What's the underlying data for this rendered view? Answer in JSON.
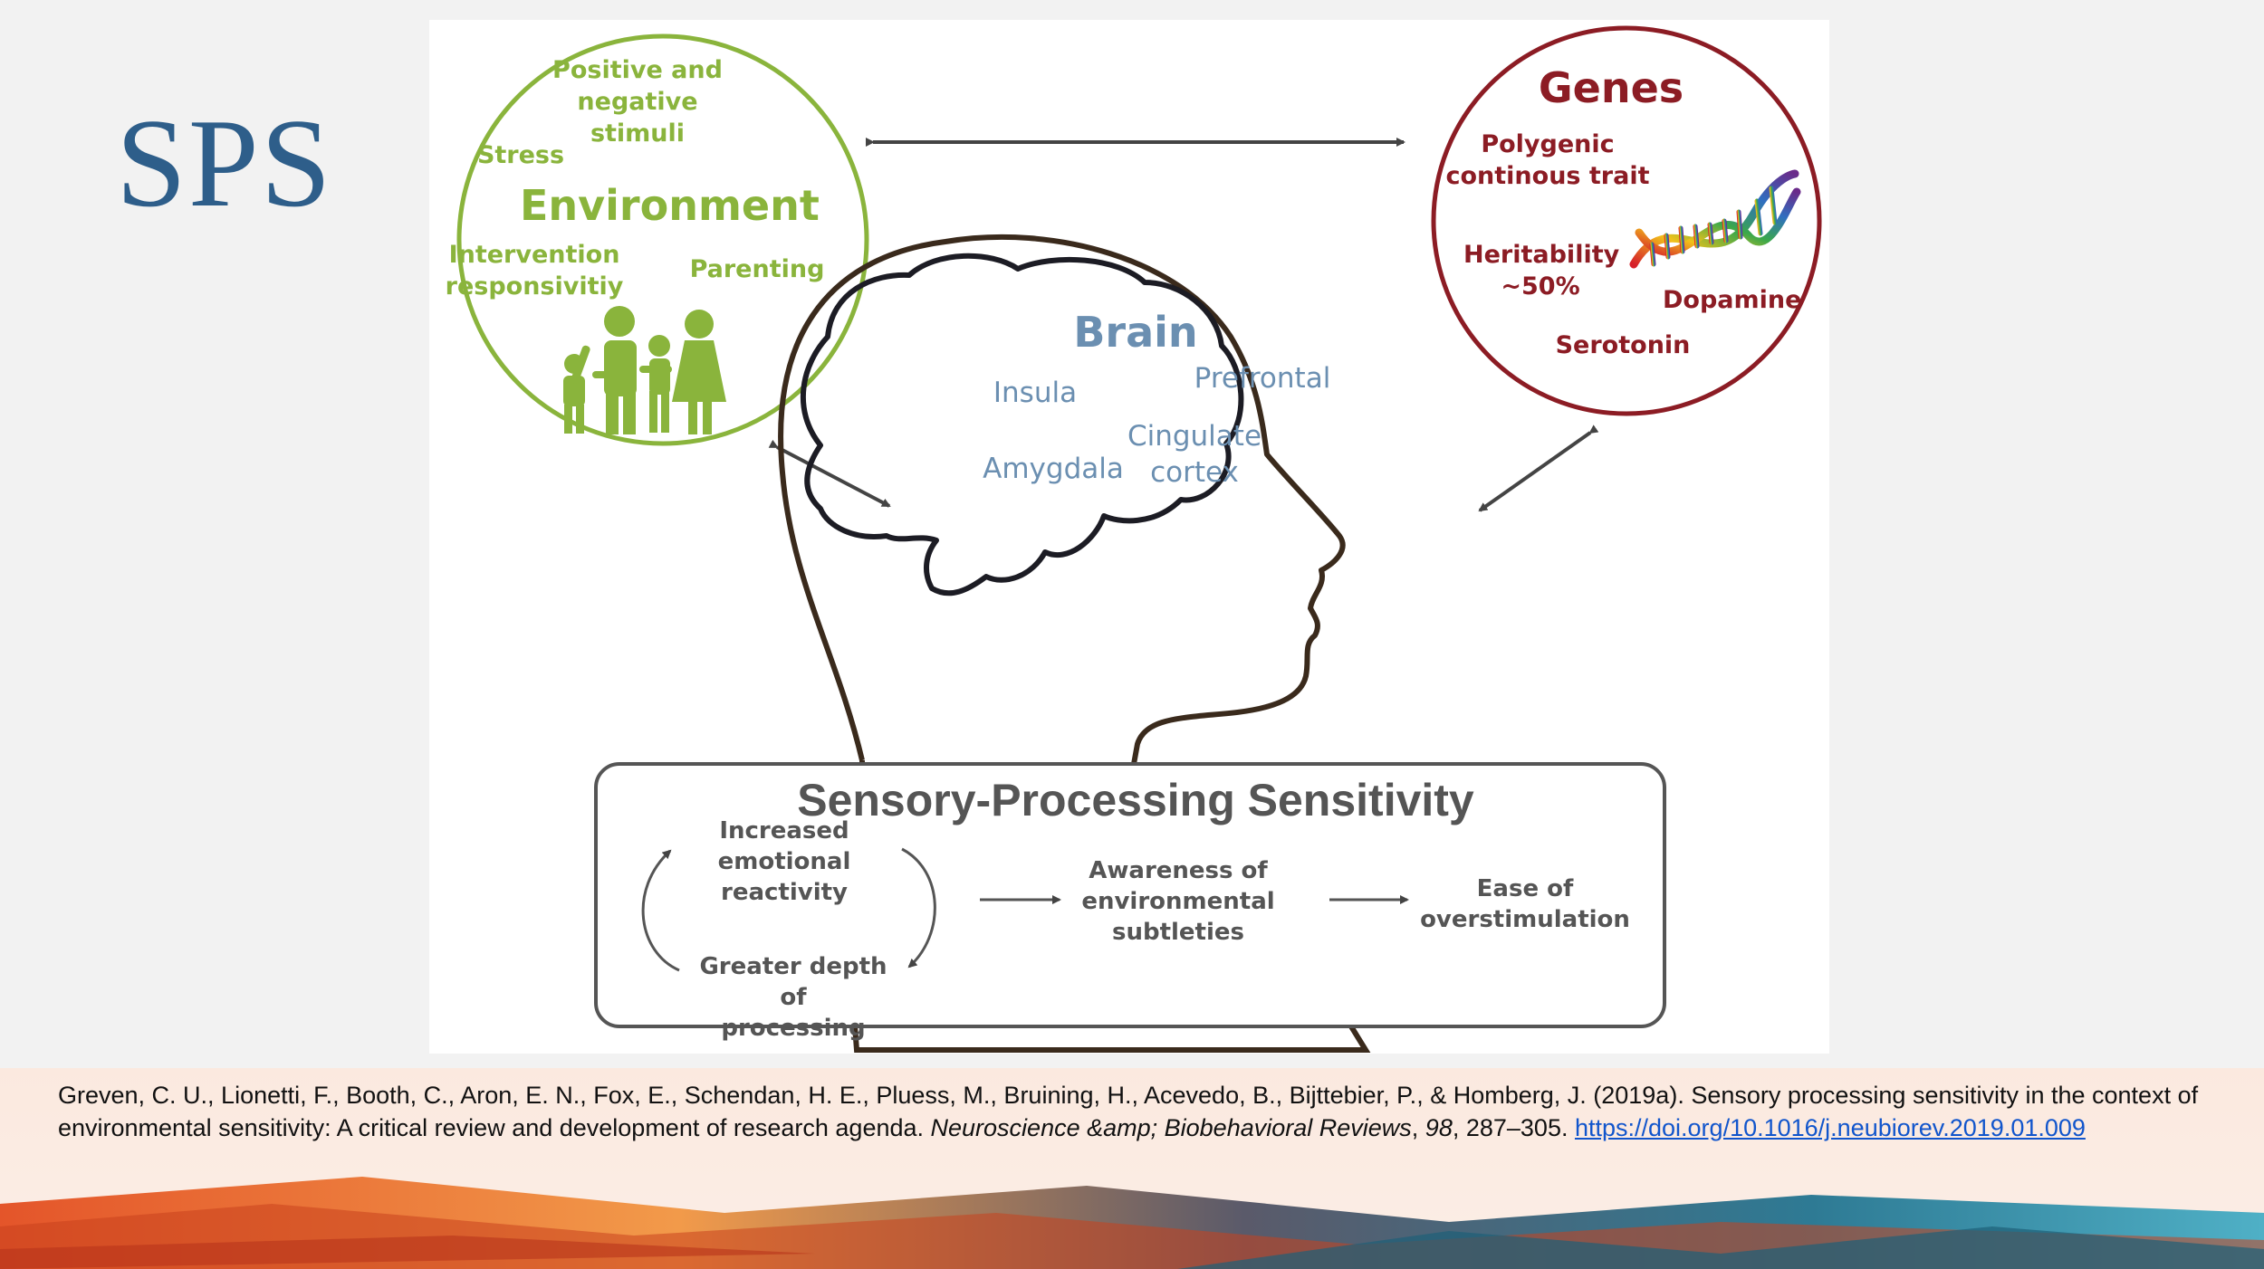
{
  "slide": {
    "title": "SPS"
  },
  "diagram": {
    "environment": {
      "title": "Environment",
      "items": [
        "Positive and\nnegative\nstimuli",
        "Stress",
        "Intervention\nresponsivitiy",
        "Parenting"
      ],
      "icon": "family-icon"
    },
    "genes": {
      "title": "Genes",
      "items": [
        "Polygenic\ncontinous trait",
        "Heritability\n~50%",
        "Dopamine",
        "Serotonin"
      ],
      "icon": "dna-icon"
    },
    "brain": {
      "title": "Brain",
      "items": [
        "Insula",
        "Prefrontal",
        "Cingulate\ncortex",
        "Amygdala"
      ]
    },
    "sps": {
      "title": "Sensory-Processing Sensitivity",
      "steps": [
        "Increased\nemotional\nreactivity",
        "Greater depth of\nprocessing",
        "Awareness of\nenvironmental\nsubtleties",
        "Ease of\noverstimulation"
      ]
    }
  },
  "citation": {
    "authors": "Greven, C. U., Lionetti, F., Booth, C., Aron, E. N., Fox, E., Schendan, H. E., Pluess, M., Bruining, H., Acevedo, B., Bijttebier, P., & Homberg, J. (2019a). Sensory processing sensitivity in the context of environmental sensitivity: A critical review and development of research agenda. ",
    "journal": "Neuroscience &amp; Biobehavioral Reviews",
    "volume": "98",
    "pages": ", 287–305. ",
    "doi": "https://doi.org/10.1016/j.neubiorev.2019.01.009"
  },
  "colors": {
    "environment": "#8ab43c",
    "genes": "#8c1c24",
    "brain": "#6b8fb1",
    "title": "#2e5e8a",
    "link": "#1155cc"
  }
}
